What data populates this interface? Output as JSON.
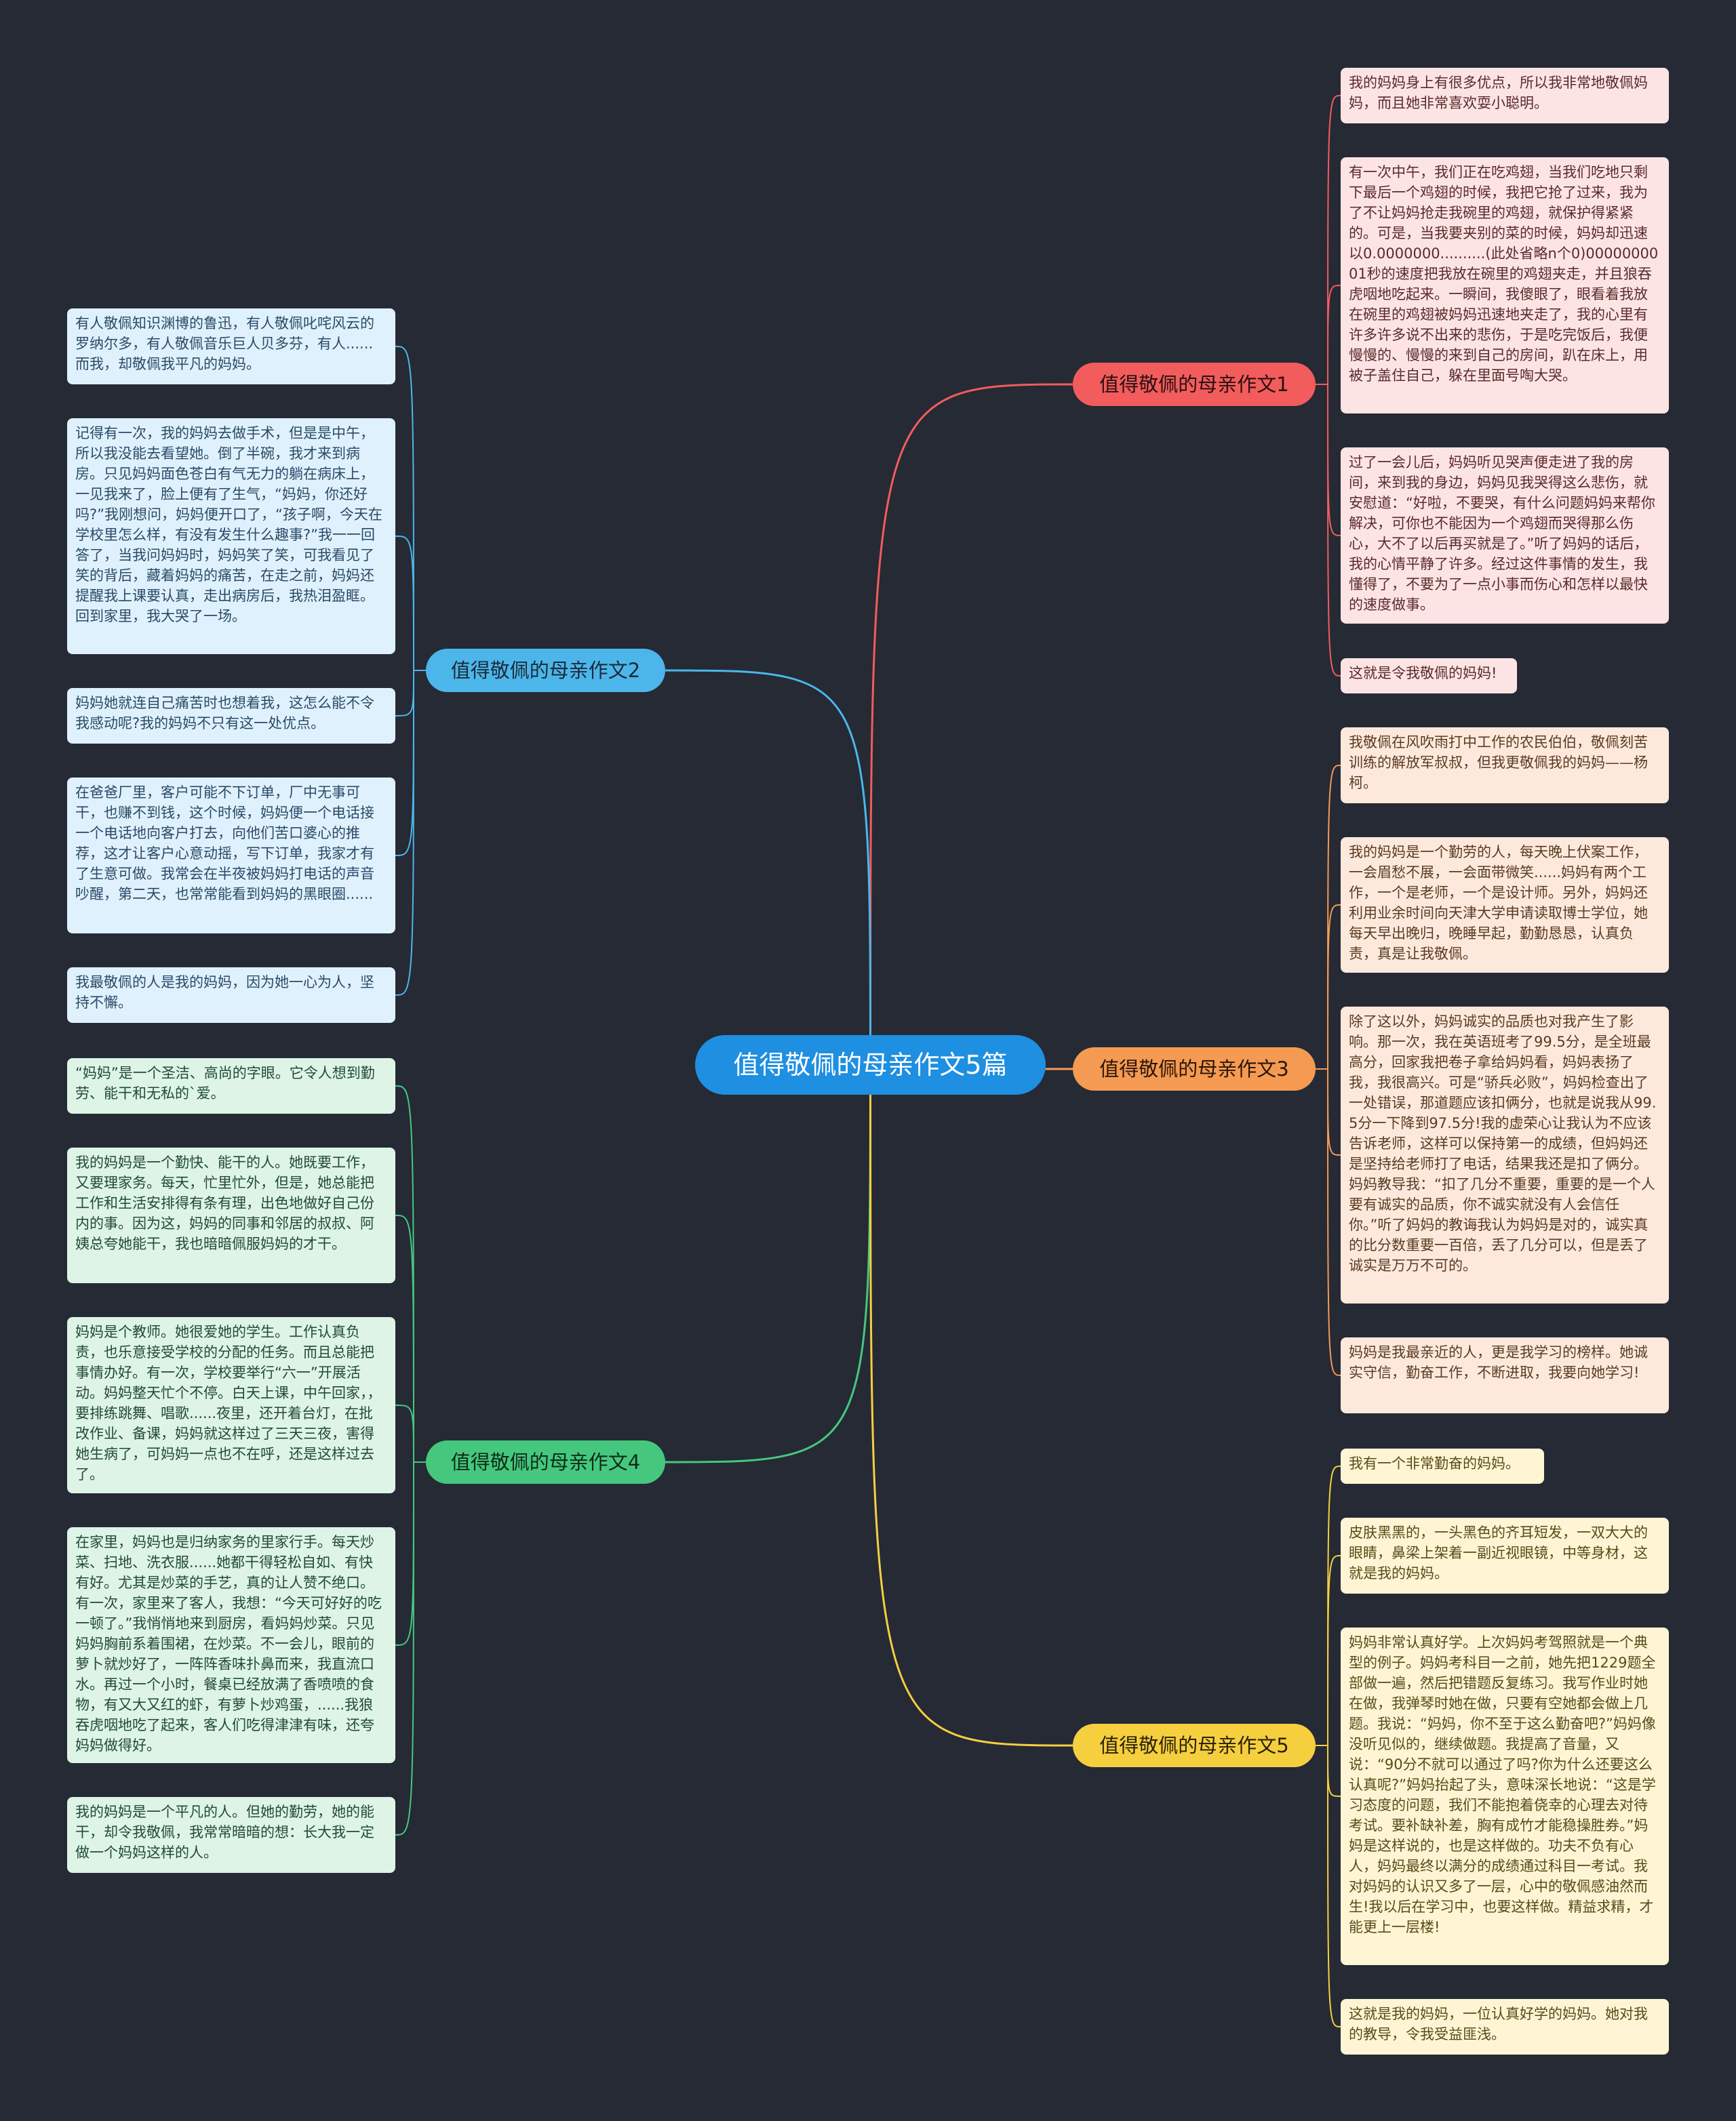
{
  "root": {
    "label": "值得敬佩的母亲作文5篇"
  },
  "branches": [
    {
      "id": "b1",
      "label": "值得敬佩的母亲作文1",
      "color": "#f25c5c",
      "leaves": [
        "我的妈妈身上有很多优点，所以我非常地敬佩妈妈，而且她非常喜欢耍小聪明。",
        "有一次中午，我们正在吃鸡翅，当我们吃地只剩下最后一个鸡翅的时候，我把它抢了过来，我为了不让妈妈抢走我碗里的鸡翅，就保护得紧紧的。可是，当我要夹别的菜的时候，妈妈却迅速以0.0000000..........(此处省略n个0)0000000001秒的速度把我放在碗里的鸡翅夹走，并且狼吞虎咽地吃起来。一瞬间，我傻眼了，眼看着我放在碗里的鸡翅被妈妈迅速地夹走了，我的心里有许多许多说不出来的悲伤，于是吃完饭后，我便慢慢的、慢慢的来到自己的房间，趴在床上，用被子盖住自己，躲在里面号啕大哭。",
        "过了一会儿后，妈妈听见哭声便走进了我的房间，来到我的身边，妈妈见我哭得这么悲伤，就安慰道：“好啦，不要哭，有什么问题妈妈来帮你解决，可你也不能因为一个鸡翅而哭得那么伤心，大不了以后再买就是了。”听了妈妈的话后，我的心情平静了许多。经过这件事情的发生，我懂得了，不要为了一点小事而伤心和怎样以最快的速度做事。",
        "这就是令我敬佩的妈妈!"
      ]
    },
    {
      "id": "b2",
      "label": "值得敬佩的母亲作文2",
      "color": "#4cb6ea",
      "leaves": [
        "有人敬佩知识渊博的鲁迅，有人敬佩叱咤风云的罗纳尔多，有人敬佩音乐巨人贝多芬，有人......而我，却敬佩我平凡的妈妈。",
        "记得有一次，我的妈妈去做手术，但是是中午，所以我没能去看望她。倒了半碗，我才来到病房。只见妈妈面色苍白有气无力的躺在病床上，一见我来了，脸上便有了生气，“妈妈，你还好吗?”我刚想问，妈妈便开口了，“孩子啊，今天在学校里怎么样，有没有发生什么趣事?”我一一回答了，当我问妈妈时，妈妈笑了笑，可我看见了笑的背后，藏着妈妈的痛苦，在走之前，妈妈还提醒我上课要认真，走出病房后，我热泪盈眶。回到家里，我大哭了一场。",
        "妈妈她就连自己痛苦时也想着我，这怎么能不令我感动呢?我的妈妈不只有这一处优点。",
        "在爸爸厂里，客户可能不下订单，厂中无事可干，也赚不到钱，这个时候，妈妈便一个电话接一个电话地向客户打去，向他们苦口婆心的推荐，这才让客户心意动摇，写下订单，我家才有了生意可做。我常会在半夜被妈妈打电话的声音吵醒，第二天，也常常能看到妈妈的黑眼圈......",
        "我最敬佩的人是我的妈妈，因为她一心为人，坚持不懈。"
      ]
    },
    {
      "id": "b3",
      "label": "值得敬佩的母亲作文3",
      "color": "#f59a52",
      "leaves": [
        "我敬佩在风吹雨打中工作的农民伯伯，敬佩刻苦训练的解放军叔叔，但我更敬佩我的妈妈——杨柯。",
        "我的妈妈是一个勤劳的人，每天晚上伏案工作，一会眉愁不展，一会面带微笑......妈妈有两个工作，一个是老师，一个是设计师。另外，妈妈还利用业余时间向天津大学申请读取博士学位，她每天早出晚归，晚睡早起，勤勤恳恳，认真负责，真是让我敬佩。",
        "除了这以外，妈妈诚实的品质也对我产生了影响。那一次，我在英语班考了99.5分，是全班最高分，回家我把卷子拿给妈妈看，妈妈表扬了我，我很高兴。可是“骄兵必败”，妈妈检查出了一处错误，那道题应该扣俩分，也就是说我从99.5分一下降到97.5分!我的虚荣心让我认为不应该告诉老师，这样可以保持第一的成绩，但妈妈还是坚持给老师打了电话，结果我还是扣了俩分。妈妈教导我：“扣了几分不重要，重要的是一个人要有诚实的品质，你不诚实就没有人会信任你。”听了妈妈的教诲我认为妈妈是对的，诚实真的比分数重要一百倍，丢了几分可以，但是丢了诚实是万万不可的。",
        "妈妈是我最亲近的人，更是我学习的榜样。她诚实守信，勤奋工作，不断进取，我要向她学习!"
      ]
    },
    {
      "id": "b4",
      "label": "值得敬佩的母亲作文4",
      "color": "#45c87d",
      "leaves": [
        "“妈妈”是一个圣洁、高尚的字眼。它令人想到勤劳、能干和无私的`爱。",
        "我的妈妈是一个勤快、能干的人。她既要工作，又要理家务。每天，忙里忙外，但是，她总能把工作和生活安排得有条有理，出色地做好自己份内的事。因为这，妈妈的同事和邻居的叔叔、阿姨总夸她能干，我也暗暗佩服妈妈的才干。",
        "妈妈是个教师。她很爱她的学生。工作认真负责，也乐意接受学校的分配的任务。而且总能把事情办好。有一次，学校要举行“六一”开展活动。妈妈整天忙个不停。白天上课，中午回家，，要排练跳舞、唱歌......夜里，还开着台灯，在批改作业、备课，妈妈就这样过了三天三夜，害得她生病了，可妈妈一点也不在呼，还是这样过去了。",
        "在家里，妈妈也是归纳家务的里家行手。每天炒菜、扫地、洗衣服......她都干得轻松自如、有快有好。尤其是炒菜的手艺，真的让人赞不绝口。有一次，家里来了客人，我想：“今天可好好的吃一顿了。”我悄悄地来到厨房，看妈妈炒菜。只见妈妈胸前系着围裙，在炒菜。不一会儿，眼前的萝卜就炒好了，一阵阵香味扑鼻而来，我直流口水。再过一个小时，餐桌已经放满了香喷喷的食物，有又大又红的虾，有萝卜炒鸡蛋，......我狼吞虎咽地吃了起来，客人们吃得津津有味，还夸妈妈做得好。",
        "我的妈妈是一个平凡的人。但她的勤劳，她的能干，却令我敬佩，我常常暗暗的想：长大我一定做一个妈妈这样的人。"
      ]
    },
    {
      "id": "b5",
      "label": "值得敬佩的母亲作文5",
      "color": "#f6cf3f",
      "leaves": [
        "我有一个非常勤奋的妈妈。",
        "皮肤黑黑的，一头黑色的齐耳短发，一双大大的眼睛，鼻梁上架着一副近视眼镜，中等身材，这就是我的妈妈。",
        "妈妈非常认真好学。上次妈妈考驾照就是一个典型的例子。妈妈考科目一之前，她先把1229题全部做一遍，然后把错题反复练习。我写作业时她在做，我弹琴时她在做，只要有空她都会做上几题。我说：“妈妈，你不至于这么勤奋吧?”妈妈像没听见似的，继续做题。我提高了音量，又说：“90分不就可以通过了吗?你为什么还要这么认真呢?”妈妈抬起了头，意味深长地说：“这是学习态度的问题，我们不能抱着侥幸的心理去对待考试。要补缺补差，胸有成竹才能稳操胜券。”妈妈是这样说的，也是这样做的。功夫不负有心人，妈妈最终以满分的成绩通过科目一考试。我对妈妈的认识又多了一层，心中的敬佩感油然而生!我以后在学习中，也要这样做。精益求精，才能更上一层楼!",
        "这就是我的妈妈，一位认真好学的妈妈。她对我的教导，令我受益匪浅。"
      ]
    }
  ]
}
